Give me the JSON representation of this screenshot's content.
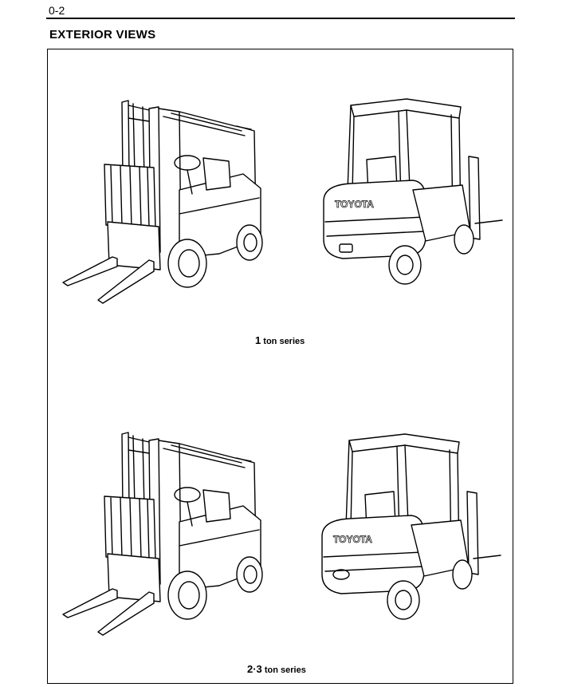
{
  "header": {
    "page_number": "0-2",
    "title": "EXTERIOR VIEWS"
  },
  "figures": [
    {
      "caption_number": "1",
      "caption_text": " ton series",
      "brand": "TOYOTA"
    },
    {
      "caption_number": "2·3",
      "caption_text": " ton series",
      "brand": "TOYOTA"
    }
  ]
}
